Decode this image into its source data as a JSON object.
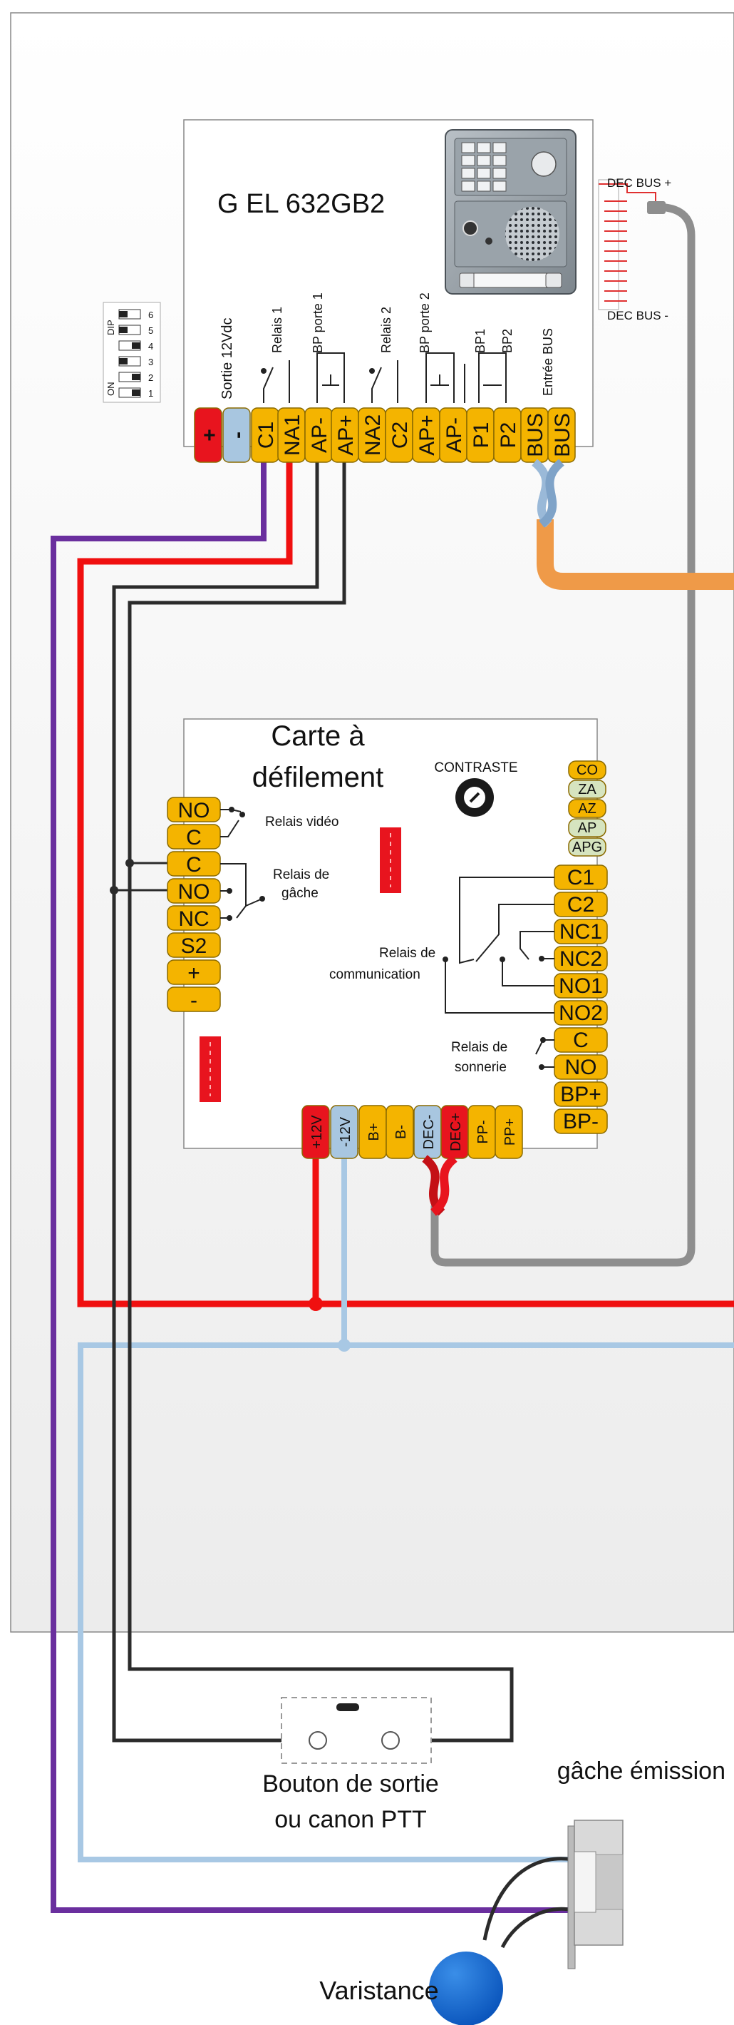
{
  "module": {
    "title": "G EL 632GB2",
    "output_label": "Sortie 12Vdc",
    "dip_label": "DIP",
    "dip_on_label": "ON",
    "dip_numbers": [
      "6",
      "5",
      "4",
      "3",
      "2",
      "1"
    ],
    "terminals": [
      "+",
      "-",
      "C1",
      "NA1",
      "AP-",
      "AP+",
      "NA2",
      "C2",
      "AP+",
      "AP-",
      "P1",
      "P2",
      "BUS",
      "BUS"
    ],
    "labels": {
      "relais1": "Relais 1",
      "bp_porte1": "BP porte 1",
      "relais2": "Relais 2",
      "bp_porte2": "BP porte 2",
      "bp1": "BP1",
      "bp2": "BP2",
      "entree_bus": "Entrée BUS",
      "dec_bus_plus": "DEC BUS +",
      "dec_bus_minus": "DEC BUS -"
    }
  },
  "card": {
    "title_line1": "Carte à",
    "title_line2": "défilement",
    "contraste": "CONTRASTE",
    "left_terminals": [
      "NO",
      "C",
      "C",
      "NO",
      "NC",
      "S2",
      "+",
      "-"
    ],
    "right_small_terminals": [
      "CO",
      "ZA",
      "AZ",
      "AP",
      "APG"
    ],
    "right_terminals": [
      "C1",
      "C2",
      "NC1",
      "NC2",
      "NO1",
      "NO2",
      "C",
      "NO",
      "BP+",
      "BP-"
    ],
    "bottom_terminals": [
      "+12V",
      "-12V",
      "B+",
      "B-",
      "DEC-",
      "DEC+",
      "PP-",
      "PP+"
    ],
    "labels": {
      "relais_video": "Relais vidéo",
      "relais_gache_1": "Relais de",
      "relais_gache_2": "gâche",
      "relais_comm_1": "Relais de",
      "relais_comm_2": "communication",
      "relais_sonnerie_1": "Relais de",
      "relais_sonnerie_2": "sonnerie"
    }
  },
  "external": {
    "bouton_line1": "Bouton de sortie",
    "bouton_line2": "ou canon PTT",
    "gache": "gâche émission",
    "varistance": "Varistance"
  },
  "colors": {
    "terminal_yellow": "#f4b400",
    "terminal_red": "#e8141e",
    "terminal_blue": "#a8c6e0",
    "terminal_green": "#d6e4bf",
    "wire_red": "#f01010",
    "wire_blue": "#a8c8e4",
    "wire_purple": "#6a2f9e",
    "wire_black": "#2b2b2b",
    "wire_orange": "#ef9a48",
    "wire_gray": "#8e8e8e"
  }
}
